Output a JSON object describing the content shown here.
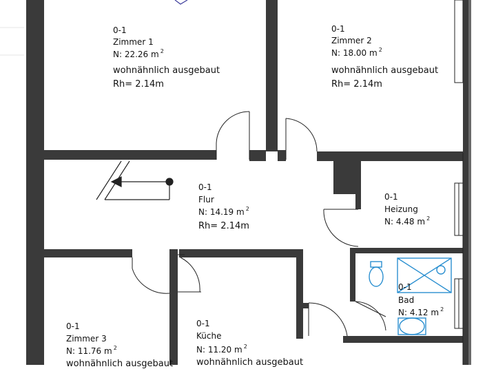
{
  "rooms": {
    "zimmer1": {
      "code": "0-1",
      "name": "Zimmer 1",
      "area": "N:  22.26  m",
      "unit_sup": "2",
      "note": "wohnähnlich ausgebaut",
      "rh": "Rh=  2.14m"
    },
    "zimmer2": {
      "code": "0-1",
      "name": "Zimmer 2",
      "area": "N:  18.00  m",
      "unit_sup": "2",
      "note": "wohnähnlich ausgebaut",
      "rh": "Rh=  2.14m"
    },
    "flur": {
      "code": "0-1",
      "name": "Flur",
      "area": "N:  14.19  m",
      "unit_sup": "2",
      "rh": "Rh=  2.14m"
    },
    "heizung": {
      "code": "0-1",
      "name": "Heizung",
      "area": "N:  4.48  m",
      "unit_sup": "2"
    },
    "bad": {
      "code": "0-1",
      "name": "Bad",
      "area": "N:  4.12  m",
      "unit_sup": "2"
    },
    "zimmer3": {
      "code": "0-1",
      "name": "Zimmer 3",
      "area": "N:  11.76  m",
      "unit_sup": "2",
      "note": "wohnähnlich ausgebaut"
    },
    "kueche": {
      "code": "0-1",
      "name": "Küche",
      "area": "N:  11.20  m",
      "unit_sup": "2",
      "note": "wohnähnlich ausgebaut"
    }
  },
  "colors": {
    "wall": "#3a3a3a",
    "line": "#222222",
    "fixture": "#2a8fd0"
  }
}
